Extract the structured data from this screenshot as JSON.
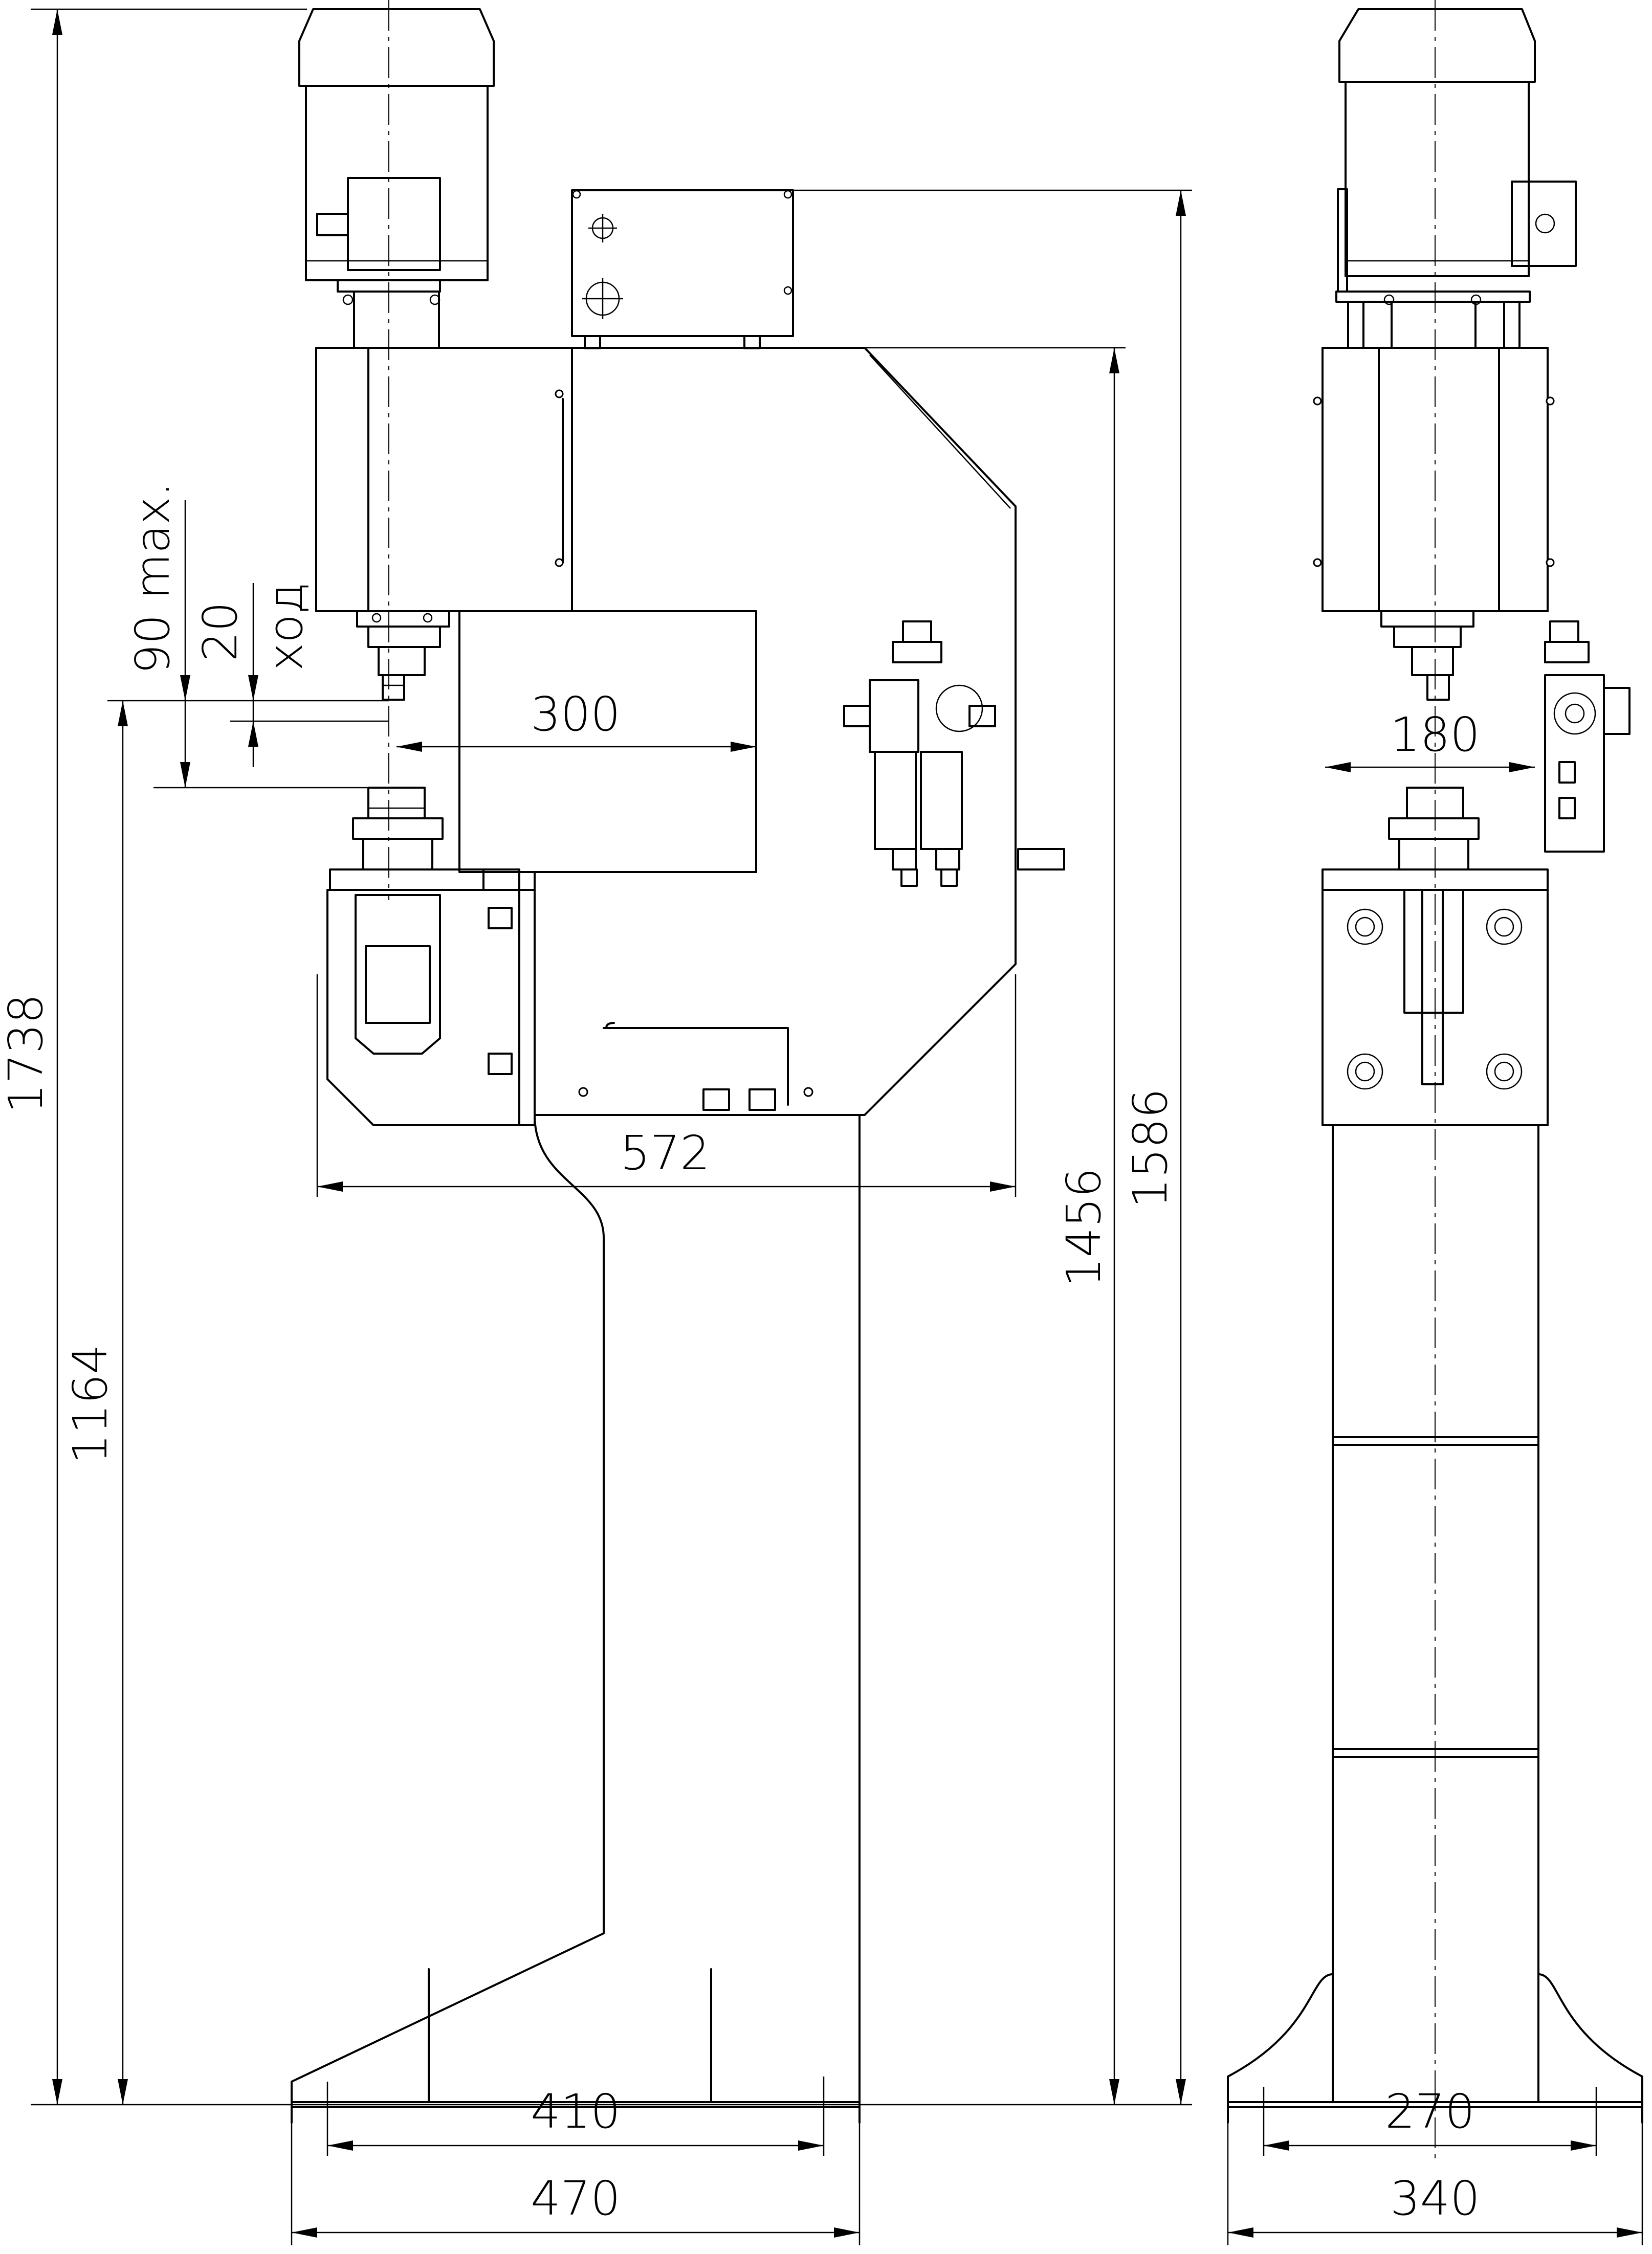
{
  "dimensions": {
    "overall_height": "1738",
    "table_height": "1164",
    "frame_height": "1456",
    "guard_height": "1586",
    "throat_depth": "300",
    "frame_width": "572",
    "base_inner": "410",
    "base_outer": "470",
    "side_width": "180",
    "side_base_inner": "270",
    "side_base_outer": "340",
    "open_height": "90 max.",
    "stroke": "20",
    "stroke_label": "ход"
  }
}
